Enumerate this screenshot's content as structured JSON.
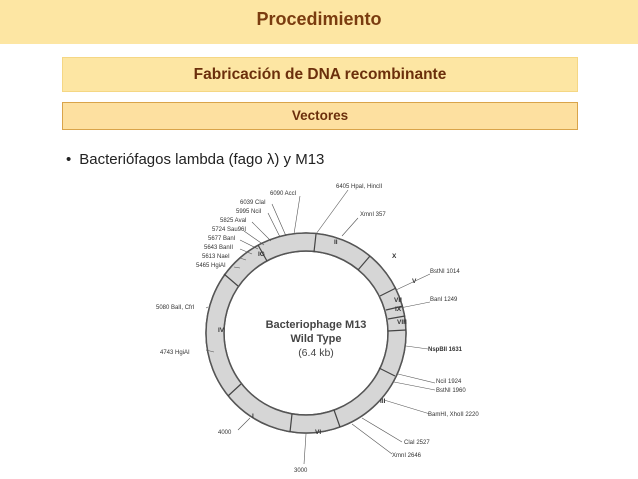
{
  "header": {
    "title": "Procedimiento"
  },
  "section": {
    "title": "Fabricación de DNA recombinante",
    "subtitle": "Vectores"
  },
  "bullet": {
    "marker": "•",
    "text": "Bacteriófagos lambda (fago λ) y M13"
  },
  "figure": {
    "center_title": "Bacteriophage M13",
    "center_subtitle": "Wild Type",
    "center_size": "(6.4 kb)",
    "gene_labels": [
      "II",
      "X",
      "V",
      "VII",
      "IX",
      "VIII",
      "III",
      "VI",
      "I",
      "IV",
      "IG"
    ],
    "site_labels": [
      "6405 HpaI, HincII",
      "6090 AccI",
      "6039 ClaI",
      "5995 NciI",
      "5825 AvaI",
      "5724 Sau96I",
      "5677 BanI",
      "5643 BanII",
      "5613 NaeI",
      "5465 HgiAI",
      "XmnI 357",
      "BstNI 1014",
      "BanI 1249",
      "NspBII 1631",
      "NciI 1924",
      "BstNI 1960",
      "BamHI, XhoII 2220",
      "ClaI 2527",
      "XmnI 2646",
      "5080 BalI, CfrI",
      "4743 HgiAI",
      "4000",
      "3000"
    ],
    "colors": {
      "ring_fill": "#d6d6d6",
      "ring_stroke": "#555555"
    }
  }
}
